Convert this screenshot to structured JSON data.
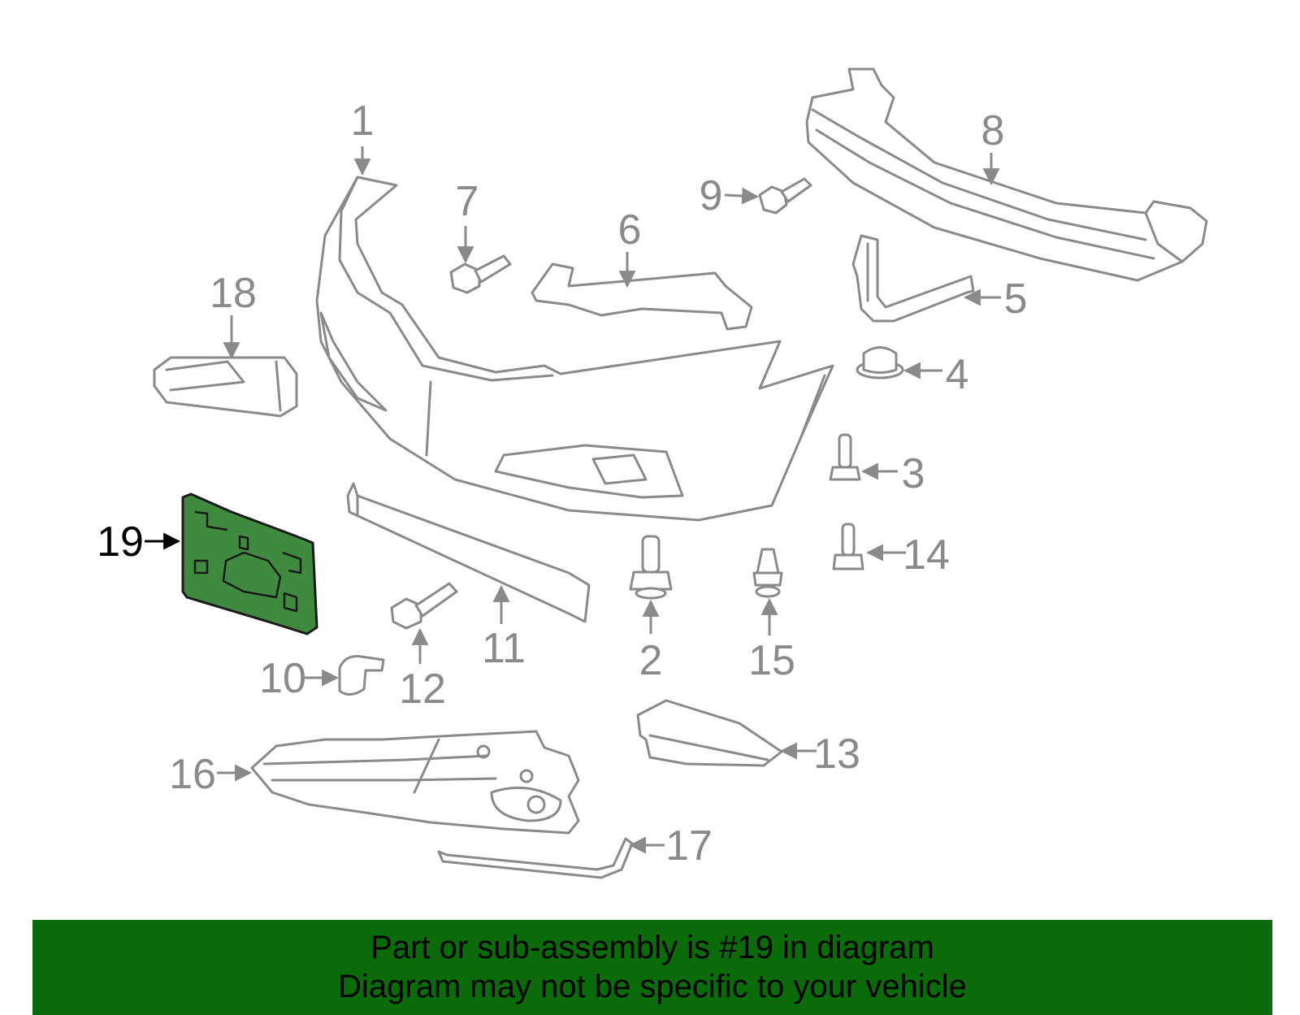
{
  "diagram": {
    "highlight_color": "#3f8a3f",
    "highlighted_part": "19",
    "callouts": {
      "c1": "1",
      "c2": "2",
      "c3": "3",
      "c4": "4",
      "c5": "5",
      "c6": "6",
      "c7": "7",
      "c8": "8",
      "c9": "9",
      "c10": "10",
      "c11": "11",
      "c12": "12",
      "c13": "13",
      "c14": "14",
      "c15": "15",
      "c16": "16",
      "c17": "17",
      "c18": "18",
      "c19": "19"
    }
  },
  "banner": {
    "background": "#0b6b0b",
    "line1": "Part or sub-assembly is #19 in diagram",
    "line2": "Diagram may not be specific to your vehicle"
  }
}
